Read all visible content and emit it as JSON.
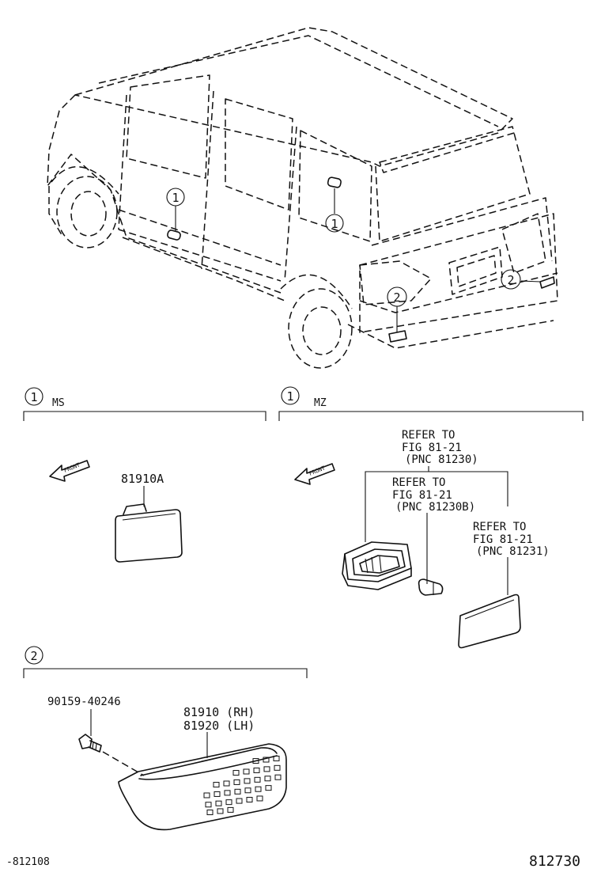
{
  "callouts": {
    "door_a": "1",
    "door_b": "1",
    "rear_left": "2",
    "rear_right": "2",
    "ms_section": "1",
    "mz_section": "1",
    "reflector_section": "2"
  },
  "ms_section": {
    "label": "MS",
    "front_label": "FRONT",
    "part_number": "81910A"
  },
  "mz_section": {
    "label": "MZ",
    "front_label": "FRONT",
    "refer_1": {
      "line1": "REFER TO",
      "line2": "FIG 81-21",
      "line3": "(PNC 81230)"
    },
    "refer_2": {
      "line1": "REFER TO",
      "line2": "FIG 81-21",
      "line3": "(PNC 81230B)"
    },
    "refer_3": {
      "line1": "REFER TO",
      "line2": "FIG 81-21",
      "line3": "(PNC 81231)"
    }
  },
  "reflector_section": {
    "screw_part": "90159-40246",
    "rh_part": "81910 (RH)",
    "lh_part": "81920 (LH)"
  },
  "footer": {
    "left_code": "-812108",
    "right_code": "812730"
  }
}
